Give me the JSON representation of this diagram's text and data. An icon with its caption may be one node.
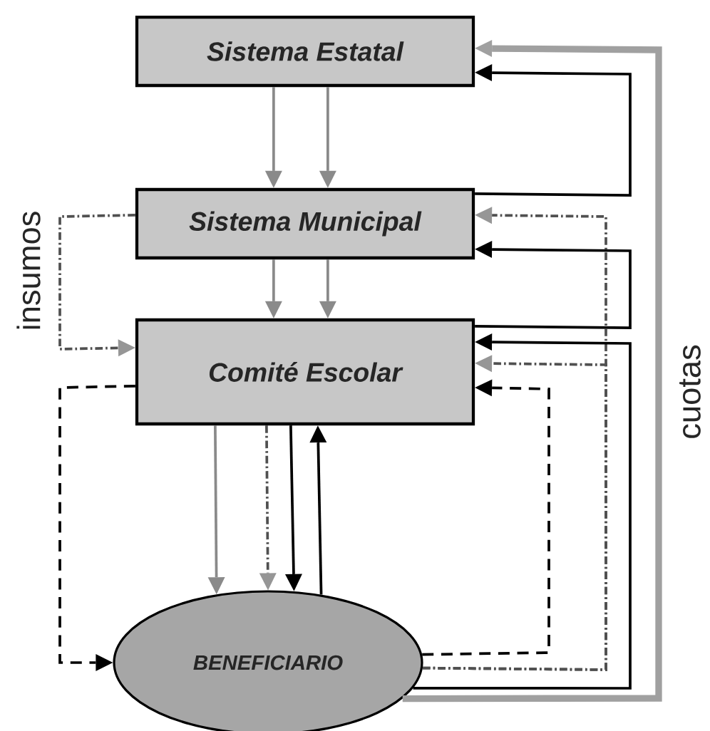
{
  "diagram": {
    "nodes": [
      {
        "text": [
          "Sistema Estatal"
        ]
      },
      {
        "text": [
          "Sistema Municipal"
        ]
      },
      {
        "text": [
          "Comité Escolar"
        ]
      },
      {
        "text": [
          "BENEFICIARIO"
        ]
      }
    ],
    "edges": [
      {
        "from": 0,
        "to": 1,
        "arrow": "to",
        "color": "#8a8a8a"
      },
      {
        "from": 0,
        "to": 1,
        "arrow": "to",
        "color": "#8a8a8a"
      },
      {
        "from": 1,
        "to": 2,
        "arrow": "to",
        "color": "#8a8a8a"
      },
      {
        "from": 1,
        "to": 2,
        "arrow": "to",
        "color": "#8a8a8a"
      },
      {
        "from": 2,
        "to": 3,
        "arrow": "to",
        "color": "#8a8a8a"
      },
      {
        "from": 2,
        "to": 3,
        "arrow": "to",
        "style": "dashed",
        "color": "#505050"
      },
      {
        "from": 2,
        "to": 3,
        "arrow": "to"
      },
      {
        "from": 3,
        "to": 2,
        "arrow": "to"
      },
      {
        "from": 1,
        "to": 0,
        "arrow": "to"
      },
      {
        "from": 2,
        "to": 1,
        "arrow": "to"
      },
      {
        "from": 1,
        "to": 2,
        "arrow": "to",
        "style": "dashed",
        "color": "#505050"
      },
      {
        "from": 3,
        "to": 2,
        "arrow": "to",
        "style": "dashed",
        "color": "#505050"
      },
      {
        "from": 3,
        "to": 1,
        "arrow": "to",
        "style": "dashed",
        "color": "#505050"
      },
      {
        "from": 3,
        "to": 2,
        "arrow": "to"
      },
      {
        "from": 2,
        "to": 3,
        "arrow": "to",
        "style": "dashed"
      },
      {
        "from": 3,
        "to": 2,
        "arrow": "to",
        "style": "dashed"
      },
      {
        "from": 3,
        "to": 0,
        "arrow": "to",
        "style": "thick",
        "color": "#a0a0a0"
      }
    ],
    "labels": [
      "insumos",
      "cuotas"
    ]
  }
}
